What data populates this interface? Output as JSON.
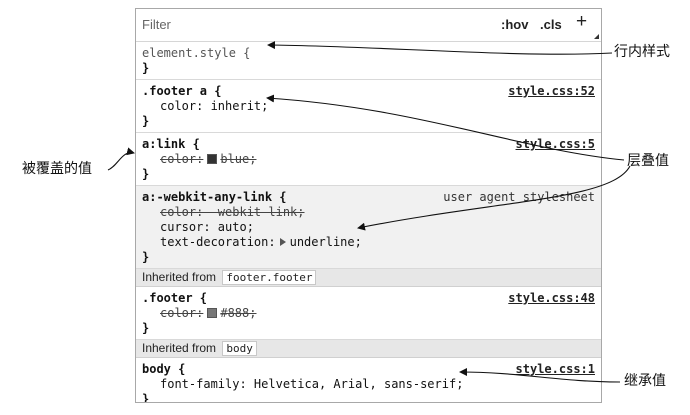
{
  "toolbar": {
    "filter_placeholder": "Filter",
    "hov": ":hov",
    "cls": ".cls",
    "plus": "+"
  },
  "rules": {
    "element_style": {
      "selector": "element.style {",
      "close": "}"
    },
    "footer_a": {
      "selector": ".footer a {",
      "source": "style.css:52",
      "decl": "color: inherit;",
      "close": "}"
    },
    "a_link": {
      "selector": "a:link {",
      "source": "style.css:5",
      "prop": "color:",
      "value": "blue;",
      "swatch_color": "#333333",
      "close": "}"
    },
    "webkit_any_link": {
      "selector": "a:-webkit-any-link {",
      "source": "user agent stylesheet",
      "decl1": "color: -webkit-link;",
      "decl2": "cursor: auto;",
      "decl3_prop": "text-decoration:",
      "decl3_value": "underline;",
      "close": "}"
    },
    "inherited_footer": {
      "label": "Inherited from",
      "tag": "footer.footer"
    },
    "footer": {
      "selector": ".footer {",
      "source": "style.css:48",
      "prop": "color:",
      "value": "#888;",
      "swatch_color": "#777777",
      "close": "}"
    },
    "inherited_body": {
      "label": "Inherited from",
      "tag": "body"
    },
    "body": {
      "selector": "body {",
      "source": "style.css:1",
      "decl": "font-family: Helvetica, Arial, sans-serif;",
      "close": "}"
    }
  },
  "annotations": {
    "inline_style": "行内样式",
    "overridden": "被覆盖的值",
    "cascade": "层叠值",
    "inherited": "继承值"
  }
}
